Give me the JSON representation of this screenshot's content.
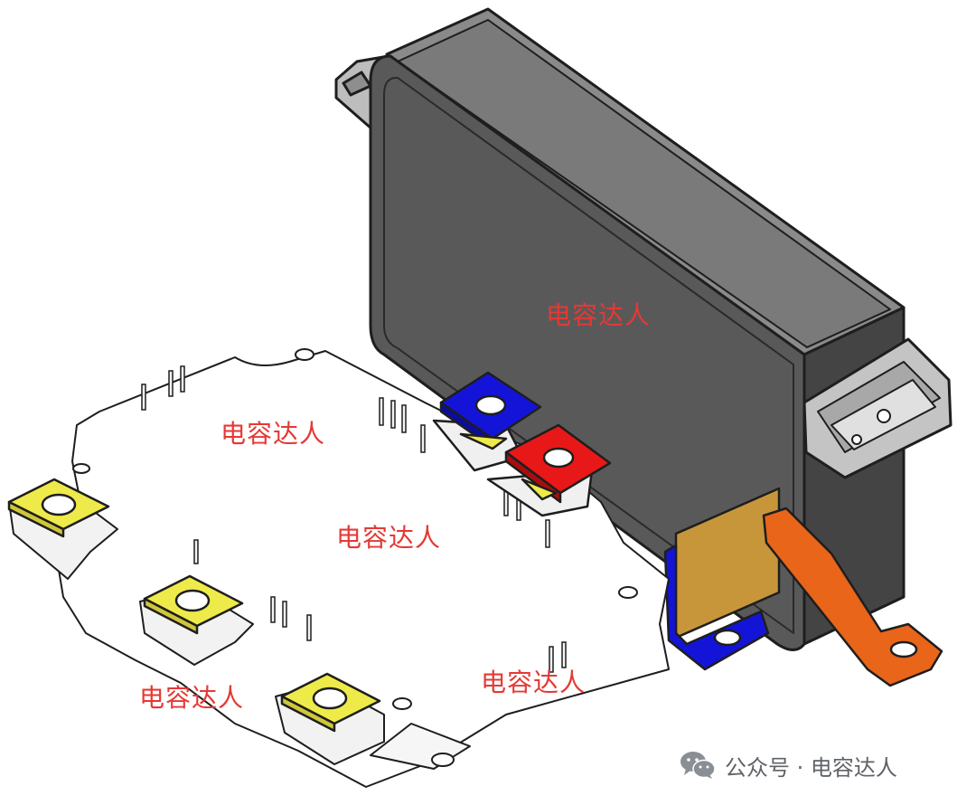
{
  "watermarks": [
    "电容达人",
    "电容达人",
    "电容达人",
    "电容达人",
    "电容达人"
  ],
  "footer": {
    "label": "公众号 · 电容达人",
    "icon": "wechat-icon"
  },
  "colors": {
    "capacitor_housing": "#5a5a5a",
    "module_body": "#ffffff",
    "terminal_yellow": "#eeea4a",
    "terminal_blue": "#1414d8",
    "terminal_red": "#e81818",
    "busbar_orange": "#e8651a",
    "busbar_copper": "#c8963a",
    "watermark_text": "#e53935",
    "footer_text": "#5f6368"
  }
}
